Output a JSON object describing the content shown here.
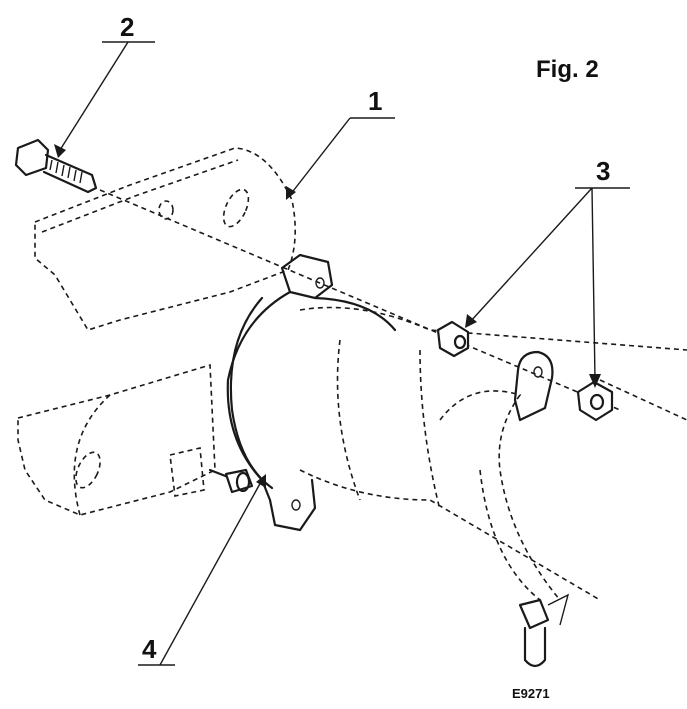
{
  "figure": {
    "title": "Fig. 2",
    "code": "E9271"
  },
  "callouts": [
    {
      "id": "1",
      "text": "1"
    },
    {
      "id": "2",
      "text": "2"
    },
    {
      "id": "3",
      "text": "3"
    },
    {
      "id": "4",
      "text": "4"
    }
  ],
  "parts": [
    {
      "name": "clamp-collar",
      "callout": "1"
    },
    {
      "name": "clamp-bolt",
      "callout": "2"
    },
    {
      "name": "nut",
      "callout": "3"
    },
    {
      "name": "pin",
      "callout": "4"
    }
  ]
}
